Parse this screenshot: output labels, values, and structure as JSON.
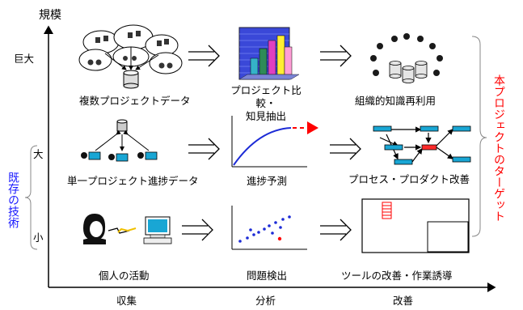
{
  "axes": {
    "y_title": "規模",
    "y_level_top": "巨大",
    "y_level_large": "大",
    "y_level_small": "小",
    "x_stages": [
      "収集",
      "分析",
      "改善"
    ]
  },
  "left_bracket_label": "既存の技術",
  "right_bracket_label": "本プロジェクトのターゲット",
  "rows": [
    {
      "collect": "複数プロジェクトデータ",
      "analyze": "プロジェクト比較・\n知見抽出",
      "improve": "組織的知識再利用"
    },
    {
      "collect": "単一プロジェクト進捗データ",
      "analyze": "進捗予測",
      "improve": "プロセス・プロダクト改善"
    },
    {
      "collect": "個人の活動",
      "analyze": "問題検出",
      "improve": "ツールの改善・作業誘導"
    }
  ],
  "colors": {
    "existing_tech": "#1a1aff",
    "target": "#ff0000",
    "curve": "#1c2bd6",
    "monitor": "#19a6d4",
    "bar_blue": "#3a48d8"
  }
}
